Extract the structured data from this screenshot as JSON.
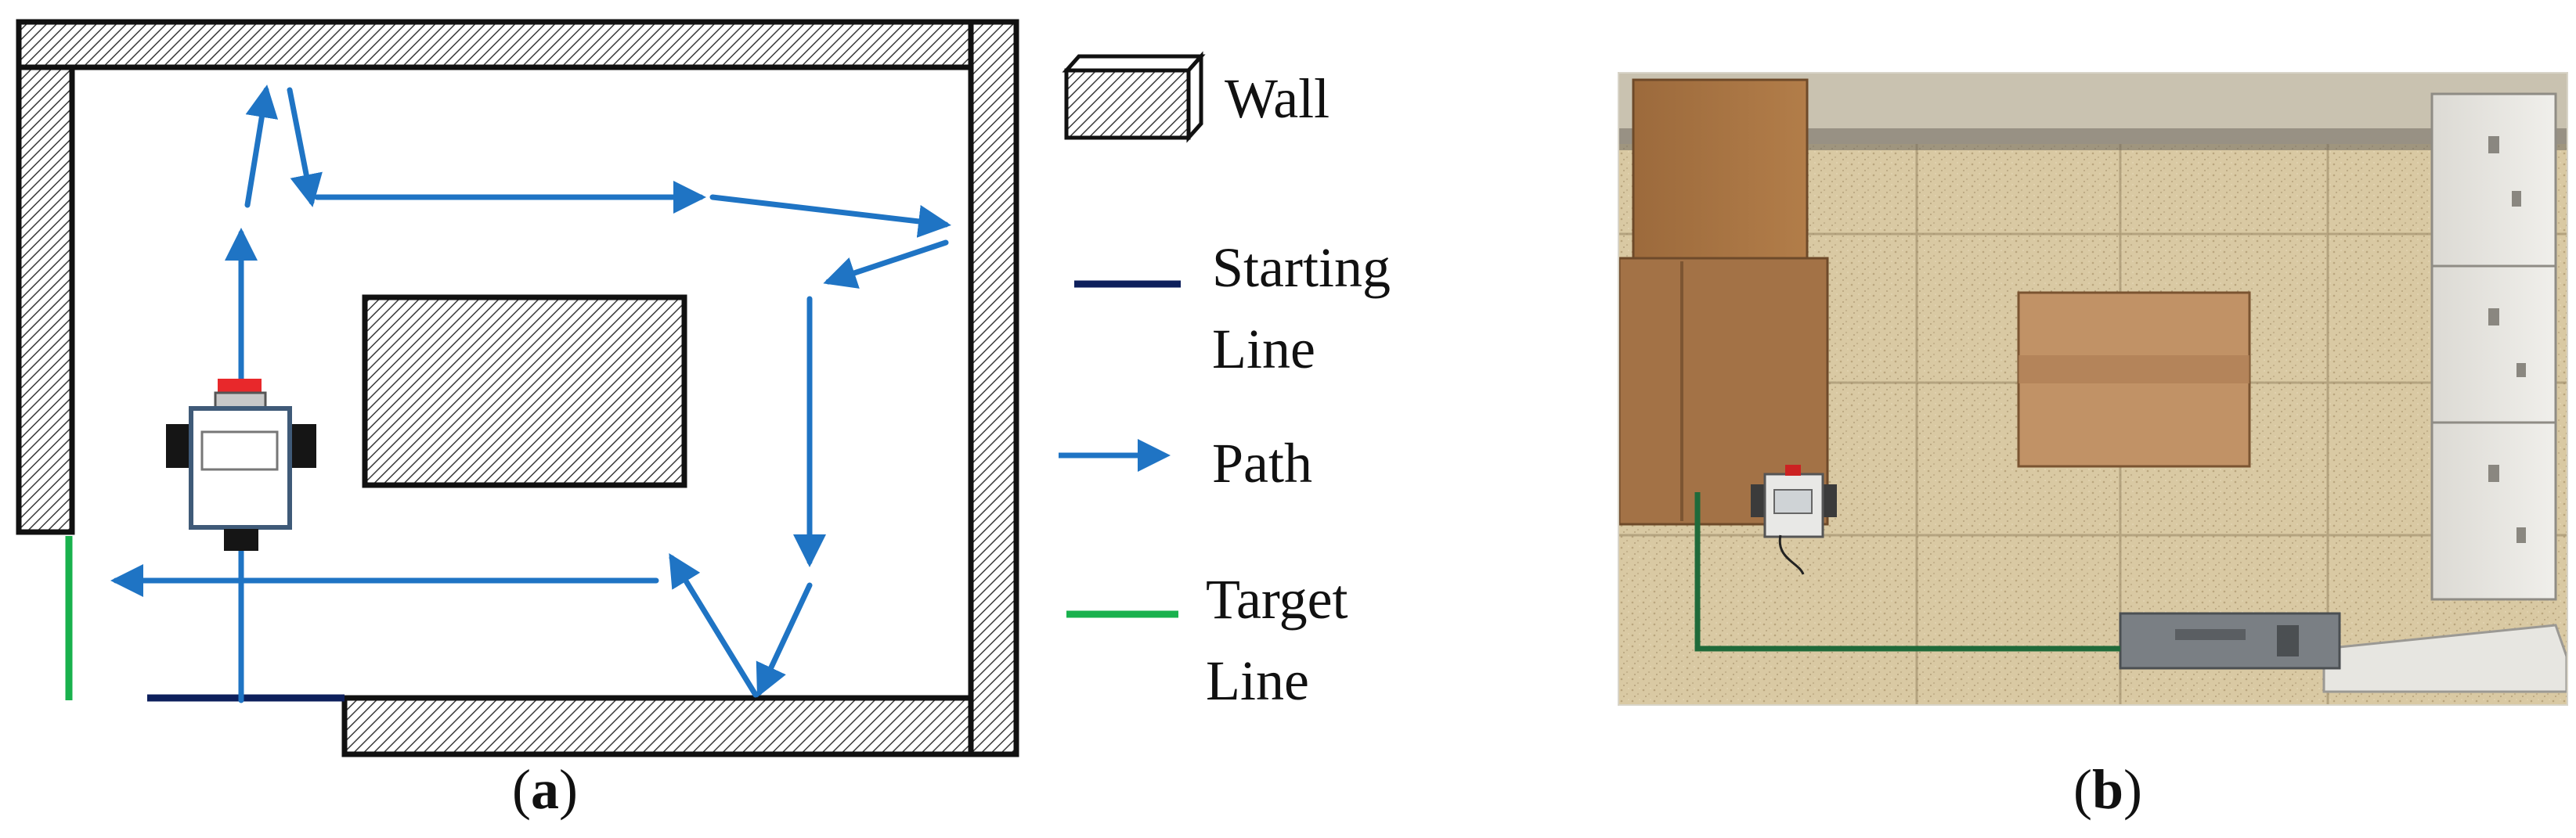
{
  "legend": {
    "wall_label": "Wall",
    "start_label_line1": "Starting",
    "start_label_line2": "Line",
    "path_label": "Path",
    "target_label_line1": "Target",
    "target_label_line2": "Line"
  },
  "captions": {
    "a_open": "(",
    "a_letter": "a",
    "a_close": ")",
    "b_open": "(",
    "b_letter": "b",
    "b_close": ")"
  },
  "colors": {
    "wall_outline": "#111111",
    "path": "#1f74c4",
    "starting_line": "#0d1f5c",
    "target_line": "#19b14d",
    "robot_sensor": "#e8282b"
  },
  "icons": {
    "robot": "robot-icon",
    "arrow": "arrow-icon",
    "wall": "wall-icon"
  }
}
